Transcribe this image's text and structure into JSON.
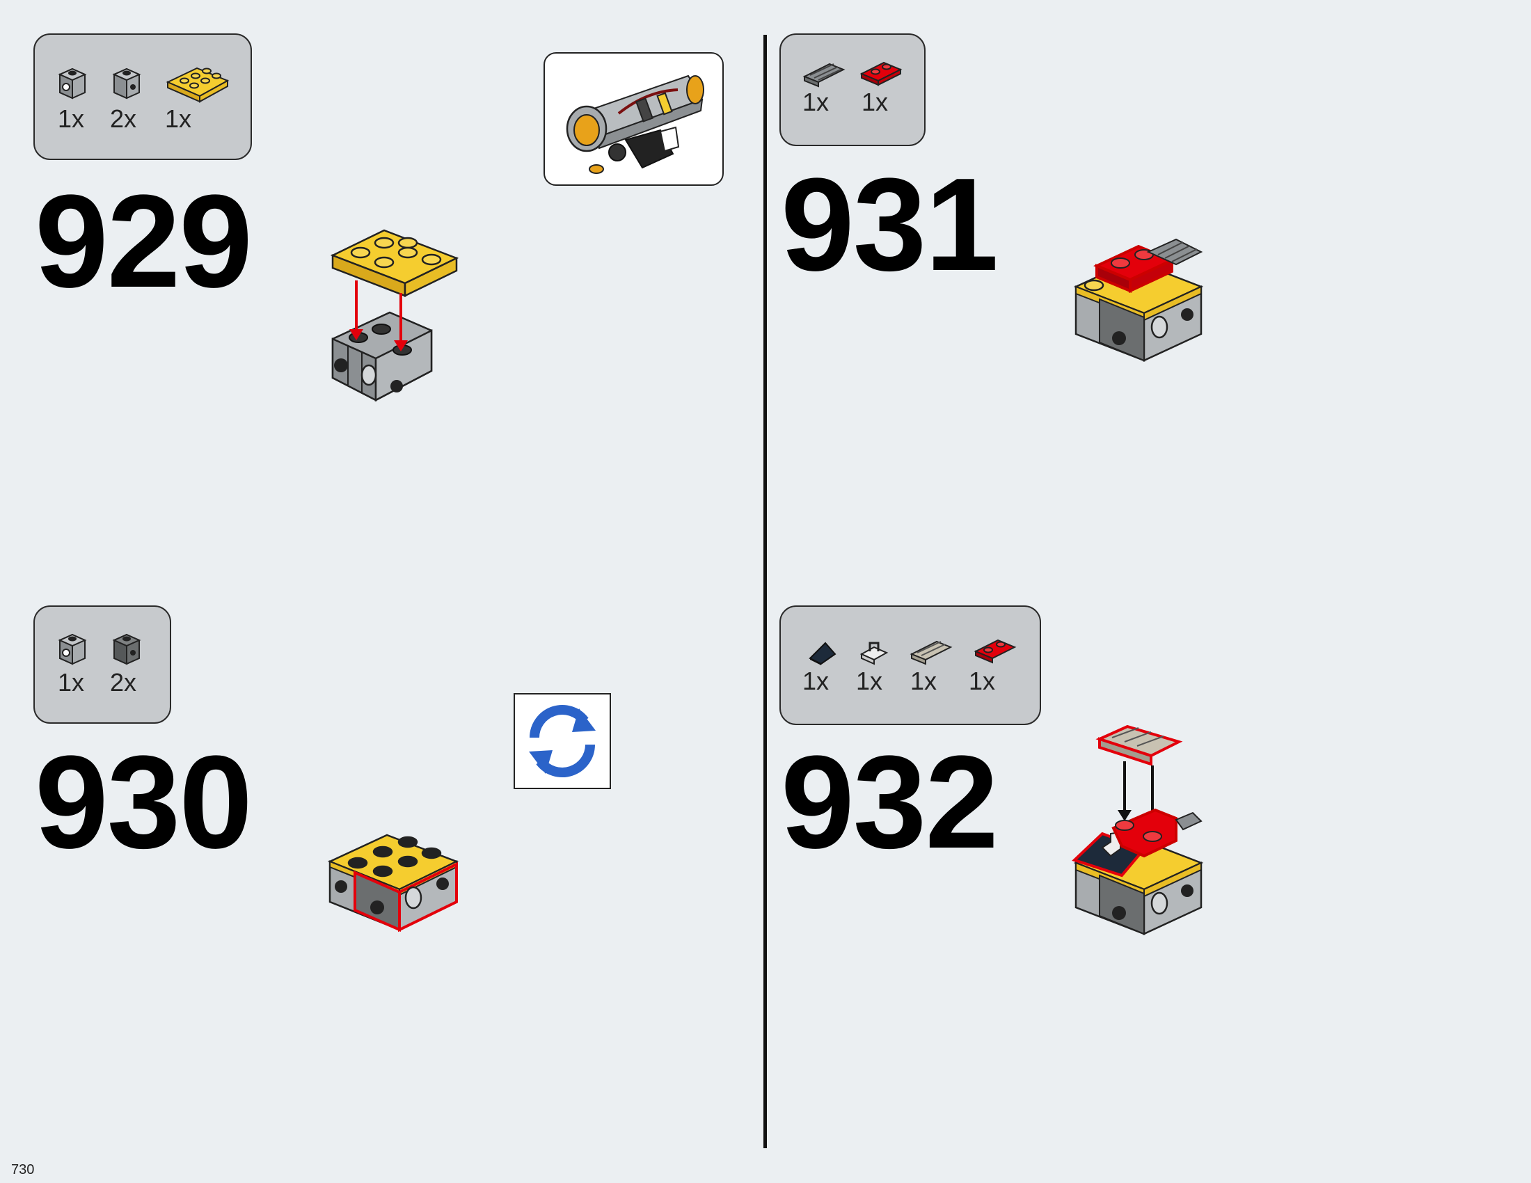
{
  "page": {
    "number": "730"
  },
  "steps": [
    {
      "number": "929",
      "parts": [
        {
          "icon": "technic-brick-1x1-light-gray-icon",
          "qty": "1x"
        },
        {
          "icon": "technic-brick-1x1-light-gray-icon",
          "qty": "2x"
        },
        {
          "icon": "plate-2x3-yellow-icon",
          "qty": "1x"
        }
      ]
    },
    {
      "number": "930",
      "parts": [
        {
          "icon": "technic-brick-1x1-light-gray-icon",
          "qty": "1x"
        },
        {
          "icon": "technic-brick-1x1-dark-gray-icon",
          "qty": "2x"
        }
      ]
    },
    {
      "number": "931",
      "parts": [
        {
          "icon": "grille-tile-1x2-gray-icon",
          "qty": "1x"
        },
        {
          "icon": "plate-1x2-red-icon",
          "qty": "1x"
        }
      ]
    },
    {
      "number": "932",
      "parts": [
        {
          "icon": "slope-black-icon",
          "qty": "1x"
        },
        {
          "icon": "clip-plate-white-icon",
          "qty": "1x"
        },
        {
          "icon": "grille-tile-1x2-tan-icon",
          "qty": "1x"
        },
        {
          "icon": "hinge-plate-red-icon",
          "qty": "1x"
        }
      ]
    }
  ],
  "colors": {
    "background": "#ebeff2",
    "parts_box": "#c7cacd",
    "yellow": "#f5cd2f",
    "red": "#e3000b",
    "gray": "#a0a5a9",
    "dark_gray": "#6b6e6f",
    "rotate_blue": "#2b63c9"
  },
  "icons": {
    "submodel": "blaster-submodel-icon",
    "rotate": "rotate-model-icon"
  }
}
